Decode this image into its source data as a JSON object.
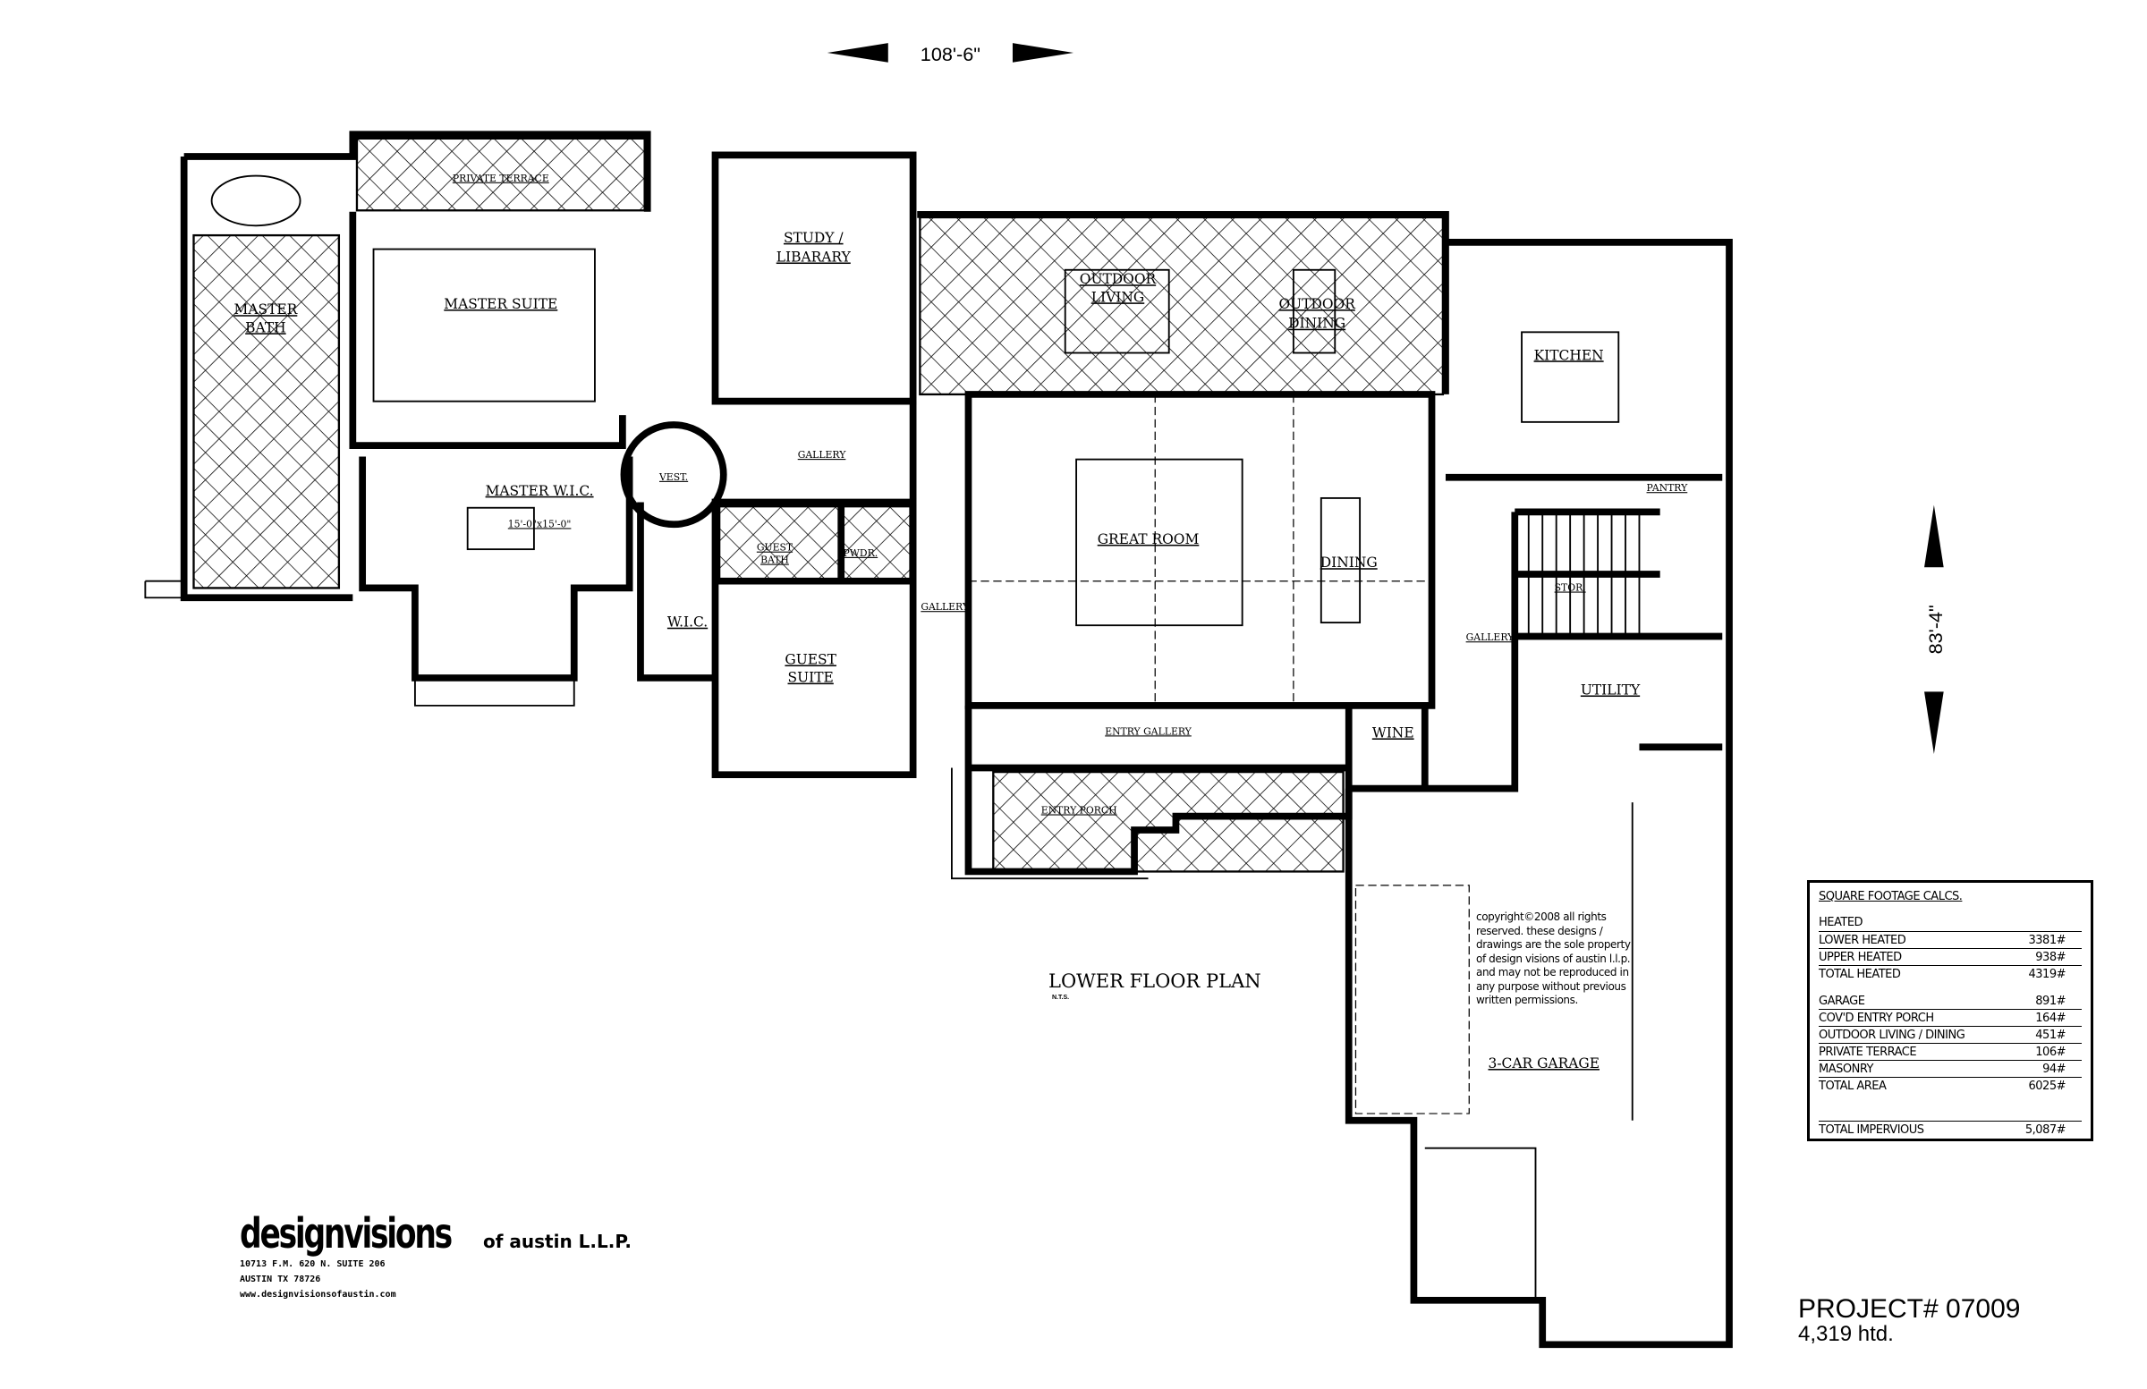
{
  "dimensions": {
    "width": "108'-6\"",
    "depth": "83'-4\""
  },
  "rooms": {
    "private_terrace": "PRIVATE TERRACE",
    "master_suite": "MASTER SUITE",
    "master_bath": [
      "MASTER",
      "BATH"
    ],
    "master_wic": "MASTER W.I.C.",
    "master_wic_size": "15'-0\"x15'-0\"",
    "vest": "VEST.",
    "study": [
      "STUDY /",
      "LIBARARY"
    ],
    "gallery": "GALLERY",
    "guest_bath": [
      "GUEST",
      "BATH"
    ],
    "pwdr": "PWDR.",
    "wic": "W.I.C.",
    "guest_suite": [
      "GUEST",
      "SUITE"
    ],
    "outdoor_living": [
      "OUTDOOR",
      "LIVING"
    ],
    "outdoor_dining": [
      "OUTDOOR",
      "DINING"
    ],
    "kitchen": "KITCHEN",
    "pantry": "PANTRY",
    "great_room": "GREAT ROOM",
    "dining": "DINING",
    "stor": "STOR.",
    "utility": "UTILITY",
    "wine": "WINE",
    "entry_gallery": "ENTRY GALLERY",
    "entry_porch": "ENTRY PORCH",
    "garage": "3-CAR GARAGE"
  },
  "plan_title": "LOWER FLOOR PLAN",
  "plan_scale": "N.T.S.",
  "copyright": "copyright©2008 all rights reserved.  these designs / drawings are the sole property of design visions of austin l.l.p. and may not be reproduced in any purpose without previous written permissions.",
  "square_footage": {
    "title": "SQUARE FOOTAGE CALCS.",
    "heated_label": "HEATED",
    "rows": [
      {
        "label": "LOWER HEATED",
        "value": "3381#"
      },
      {
        "label": "UPPER HEATED",
        "value": "938#"
      },
      {
        "label": "TOTAL HEATED",
        "value": "4319#"
      },
      {
        "label": "GARAGE",
        "value": "891#"
      },
      {
        "label": "COV'D ENTRY PORCH",
        "value": "164#"
      },
      {
        "label": "OUTDOOR LIVING / DINING",
        "value": "451#"
      },
      {
        "label": "PRIVATE TERRACE",
        "value": "106#"
      },
      {
        "label": "MASONRY",
        "value": "94#"
      },
      {
        "label": "TOTAL AREA",
        "value": "6025#"
      },
      {
        "label": "TOTAL IMPERVIOUS",
        "value": "5,087#"
      }
    ]
  },
  "firm": {
    "name": "designvisions",
    "suffix": "of austin L.L.P.",
    "address1": "10713 F.M. 620 N. SUITE 206",
    "address2": "AUSTIN TX 78726",
    "website": "www.designvisionsofaustin.com"
  },
  "project": {
    "number": "PROJECT# 07009",
    "heated": "4,319 htd."
  }
}
